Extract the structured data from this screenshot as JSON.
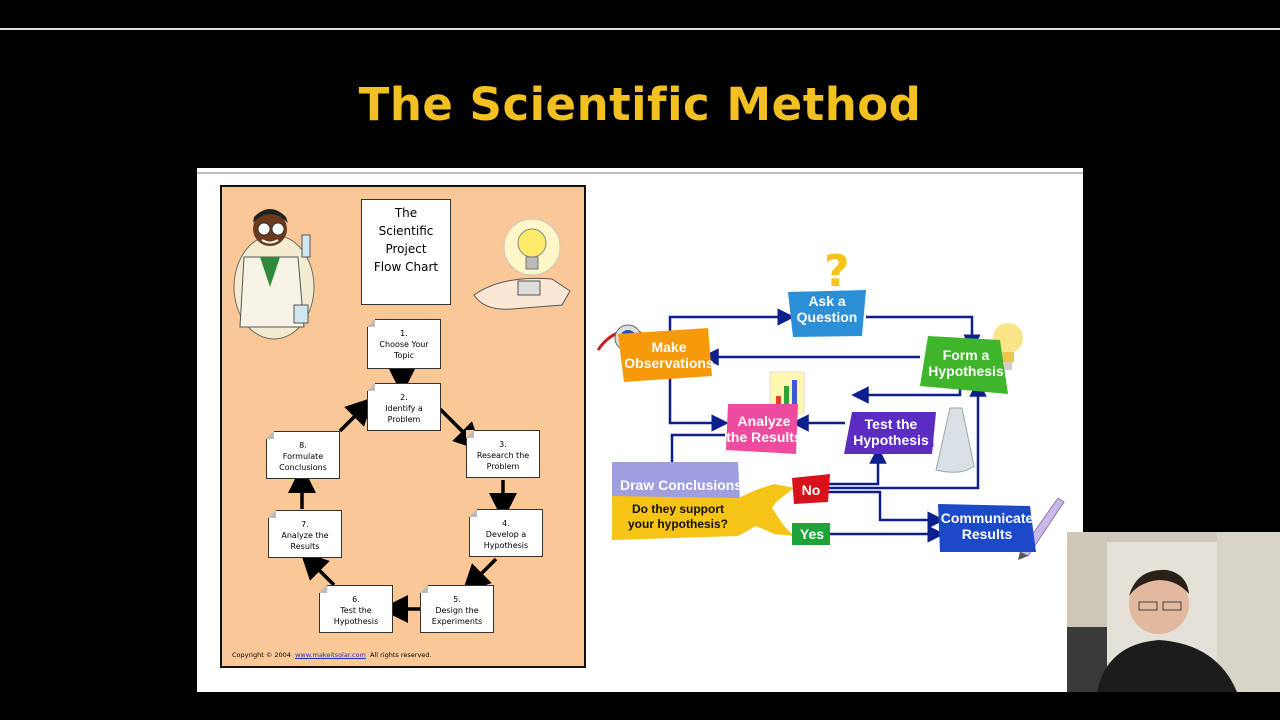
{
  "slide": {
    "title": "The Scientific Method"
  },
  "flowchart": {
    "title_lines": [
      "The",
      "Scientific",
      "Project",
      "Flow Chart"
    ],
    "steps": [
      {
        "lines": [
          "1.",
          "Choose Your",
          "Topic"
        ]
      },
      {
        "lines": [
          "2.",
          "Identify a",
          "Problem"
        ]
      },
      {
        "lines": [
          "3.",
          "Research the",
          "Problem"
        ]
      },
      {
        "lines": [
          "4.",
          "Develop a",
          "Hypothesis"
        ]
      },
      {
        "lines": [
          "5.",
          "Design the",
          "Experiments"
        ]
      },
      {
        "lines": [
          "6.",
          "Test the",
          "Hypothesis"
        ]
      },
      {
        "lines": [
          "7.",
          "Analyze the",
          "Results"
        ]
      },
      {
        "lines": [
          "8.",
          "Formulate",
          "Conclusions"
        ]
      }
    ],
    "copyright": {
      "prefix": "Copyright © 2004",
      "link": "www.makeitsolar.com",
      "suffix": "All rights reserved."
    }
  },
  "method_diagram": {
    "ask": [
      "Ask a",
      "Question"
    ],
    "observe": [
      "Make",
      "Observations"
    ],
    "hypothesis": [
      "Form a",
      "Hypothesis"
    ],
    "analyze": [
      "Analyze",
      "the Results"
    ],
    "test": [
      "Test the",
      "Hypothesis"
    ],
    "draw": "Draw Conclusions",
    "support_question": [
      "Do they support",
      "your hypothesis?"
    ],
    "no": "No",
    "yes": "Yes",
    "communicate": [
      "Communicate",
      "Results"
    ],
    "colors": {
      "ask": "#2b8fd8",
      "observe": "#f79a0a",
      "hypothesis": "#3fb52c",
      "analyze": "#ee4b9e",
      "test": "#5b2cc2",
      "draw": "#9f9fe0",
      "support": "#f6c417",
      "no": "#d8121a",
      "yes": "#1ea33a",
      "communicate": "#1b49c7",
      "arrow": "#0d1f8c"
    }
  }
}
